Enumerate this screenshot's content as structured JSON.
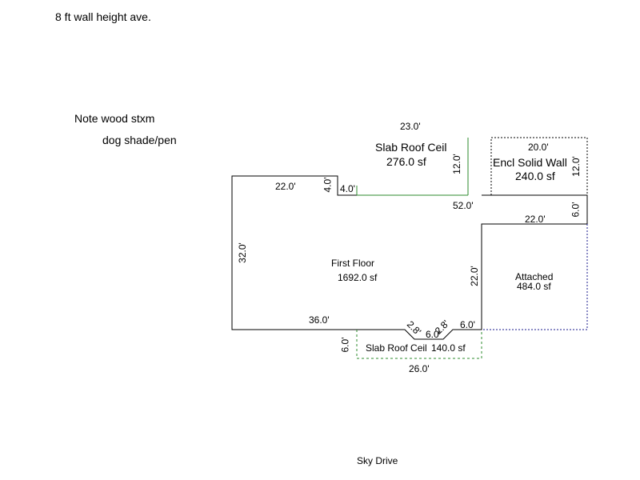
{
  "notes": {
    "wall_height": "8 ft wall height ave.",
    "wood_note": "Note wood stxm",
    "dog_note": "dog shade/pen",
    "street": "Sky Drive"
  },
  "areas": {
    "first_floor_name": "First Floor",
    "first_floor_area": "1692.0 sf",
    "slab_top_name": "Slab Roof Ceil",
    "slab_top_area": "276.0 sf",
    "encl_name": "Encl Solid Wall",
    "encl_area": "240.0 sf",
    "attached_name": "Attached",
    "attached_area": "484.0 sf",
    "slab_bottom_name": "Slab Roof Ceil",
    "slab_bottom_area": "140.0 sf"
  },
  "dims": {
    "d23": "23.0'",
    "d20": "20.0'",
    "d12a": "12.0'",
    "d12b": "12.0'",
    "d22a": "22.0'",
    "d4a": "4.0'",
    "d4b": "4.0'",
    "d52": "52.0'",
    "d6a": "6.0'",
    "d22b": "22.0'",
    "d32": "32.0'",
    "d22c": "22.0'",
    "d36": "36.0'",
    "d28a": "2.8'",
    "d6b": "6.0'",
    "d28b": "2.8'",
    "d6c": "6.0'",
    "d6d": "6.0'",
    "d26": "26.0'"
  },
  "colors": {
    "wall": "#000000",
    "slab": "#2e8b2e",
    "attached": "#1a1a8c",
    "encl": "#000000"
  }
}
